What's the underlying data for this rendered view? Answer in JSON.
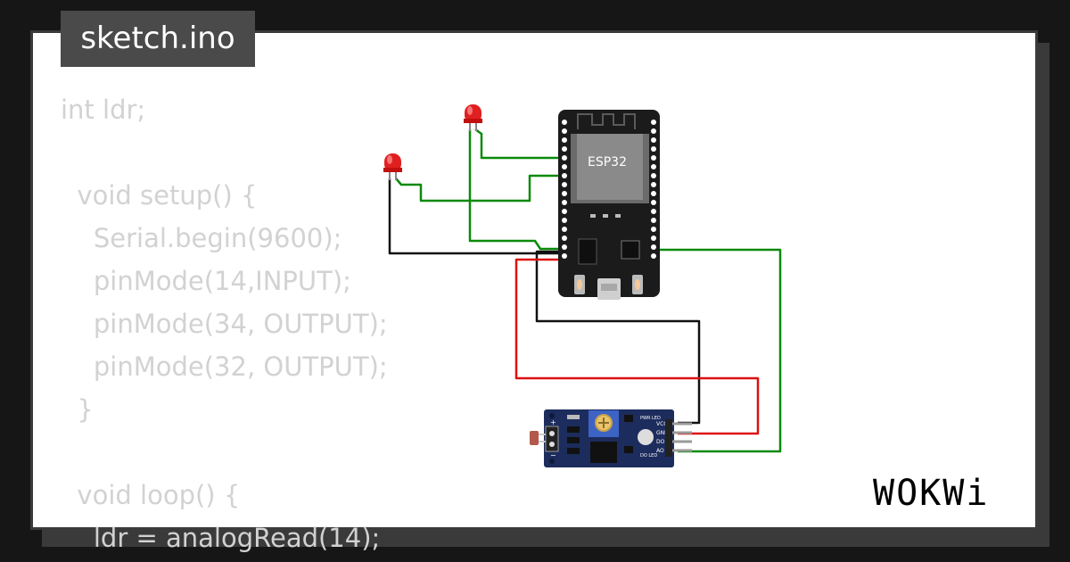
{
  "file_tab": {
    "title": "sketch.ino"
  },
  "code": {
    "lines": [
      "int ldr;",
      "",
      "  void setup() {",
      "    Serial.begin(9600);",
      "    pinMode(14,INPUT);",
      "    pinMode(34, OUTPUT);",
      "    pinMode(32, OUTPUT);",
      "  }",
      "",
      "  void loop() {",
      "    ldr = analogRead(14);"
    ]
  },
  "esp32": {
    "chip_label": "ESP32"
  },
  "ldr_module": {
    "pin_labels": [
      "VCC",
      "GND",
      "DO",
      "AO"
    ],
    "led_labels": [
      "PWR LED",
      "DO LED"
    ]
  },
  "brand": {
    "logo_text": "WOKWi"
  },
  "colors": {
    "wire_green": "#0a8a0a",
    "wire_red": "#dd1111",
    "wire_black": "#111111",
    "led_red": "#e02020",
    "board_black": "#1b1b1b",
    "module_blue": "#1c2c5c"
  }
}
